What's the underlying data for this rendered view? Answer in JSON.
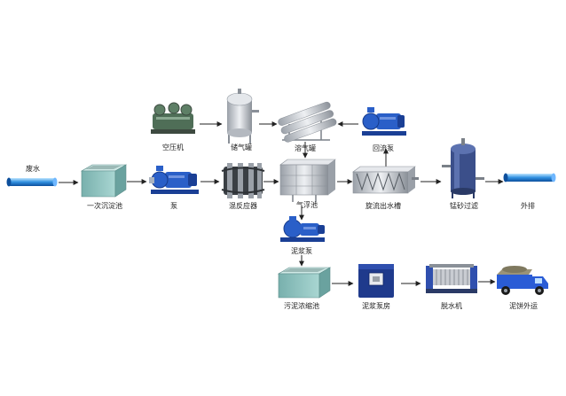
{
  "nodes": {
    "wastewater": {
      "label": "废水",
      "icon": "inlet-pipe-icon"
    },
    "primary_tank": {
      "label": "一次沉淀池",
      "icon": "tank-icon"
    },
    "pump": {
      "label": "泵",
      "icon": "pump-icon"
    },
    "coagulation": {
      "label": "混反应器",
      "icon": "reactor-icon"
    },
    "air_compressor": {
      "label": "空压机",
      "icon": "compressor-icon"
    },
    "gas_tank": {
      "label": "储气罐",
      "icon": "gas-tank-icon"
    },
    "dissolved_air": {
      "label": "溶气罐",
      "icon": "dissolved-air-tank-icon"
    },
    "return_pump": {
      "label": "回流泵",
      "icon": "pump-icon"
    },
    "flotation": {
      "label": "气浮池",
      "icon": "flotation-tank-icon"
    },
    "outlet_tank": {
      "label": "旋流出水槽",
      "icon": "outlet-trough-icon"
    },
    "sand_filter": {
      "label": "锰砂过滤",
      "icon": "filter-tower-icon"
    },
    "discharge": {
      "label": "外排",
      "icon": "outlet-pipe-icon"
    },
    "sludge_pump": {
      "label": "泥浆泵",
      "icon": "pump-icon"
    },
    "sludge_tank": {
      "label": "污泥浓缩池",
      "icon": "tank-icon"
    },
    "sludge_pump_room": {
      "label": "泥浆泵房",
      "icon": "pump-room-icon"
    },
    "dewatering": {
      "label": "脱水机",
      "icon": "filter-press-icon"
    },
    "cake_transport": {
      "label": "泥饼外运",
      "icon": "truck-icon"
    }
  },
  "colors": {
    "arrow": "#222222",
    "pump_blue": "#1f4fb8",
    "tank_teal": "#8fc3c0",
    "steel": "#c9ccd2",
    "truck_blue": "#2a5cd6"
  }
}
